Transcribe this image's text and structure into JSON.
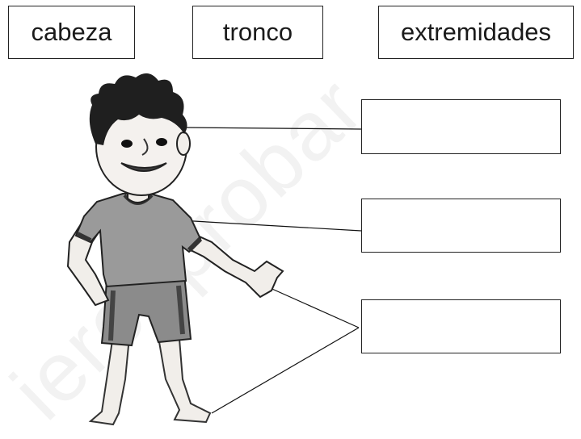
{
  "words": [
    "cabeza",
    "tronco",
    "extremidades"
  ],
  "answer_boxes": [
    "",
    "",
    ""
  ],
  "watermark": "ierogprobar"
}
